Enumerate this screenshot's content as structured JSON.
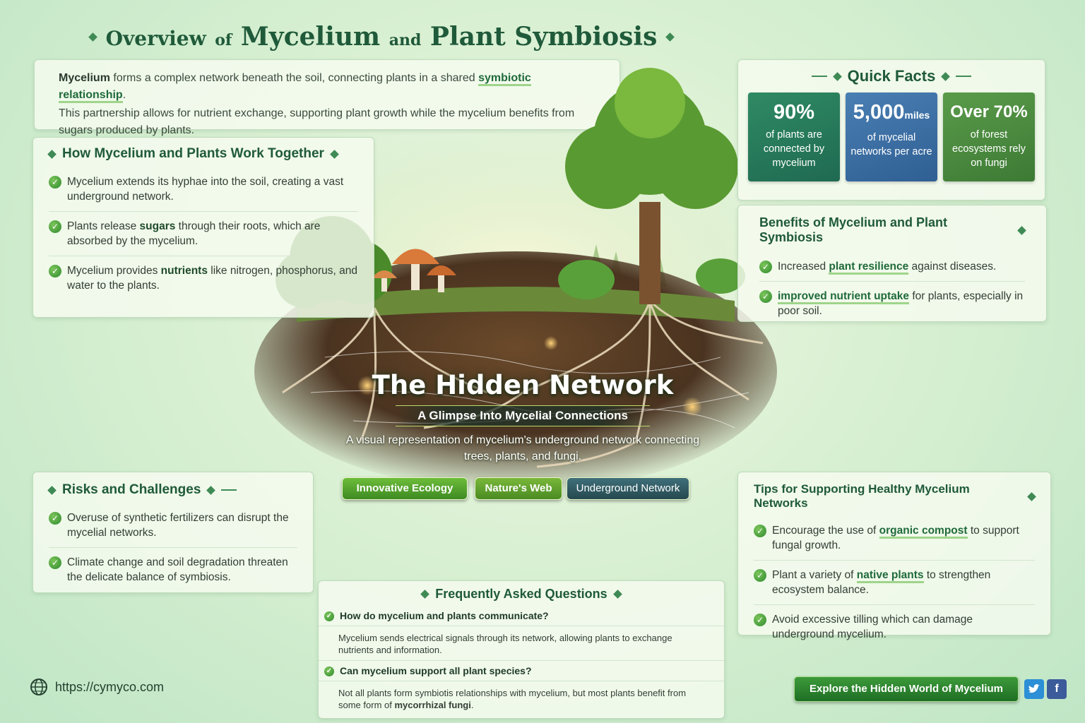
{
  "header": {
    "title_prefix": "Overview",
    "title_of": "of",
    "title_main": "Mycelium",
    "title_and": "and",
    "title_end": "Plant Symbiosis"
  },
  "intro": {
    "bold_word": "Mycelium",
    "text1": " forms a complex network beneath the soil, connecting plants in a shared ",
    "highlight": "symbiotic relationship",
    "text2": ".",
    "line2": "This partnership allows for nutrient exchange, supporting plant growth while the mycelium benefits from sugars produced by plants."
  },
  "how": {
    "title": "How Mycelium and Plants Work Together",
    "items": [
      {
        "text": "Mycelium extends its hyphae into the soil, creating a vast underground network."
      },
      {
        "pre": "Plants release ",
        "bold": "sugars",
        "post": " through their roots, which are absorbed by the mycelium."
      },
      {
        "pre": "Mycelium provides ",
        "bold": "nutrients",
        "post": " like nitrogen, phosphorus, and water to the plants."
      }
    ]
  },
  "quick_facts": {
    "title": "Quick Facts",
    "facts": [
      {
        "num": "90%",
        "unit": "",
        "desc": "of plants are connected by mycelium",
        "color": "#2f8a63"
      },
      {
        "num": "5,000",
        "unit": "miles",
        "desc": "of mycelial networks per acre",
        "color": "#4a7fb4"
      },
      {
        "num": "Over 70%",
        "unit": "",
        "desc": "of forest ecosystems rely on fungi",
        "color": "#5a9b4a"
      }
    ]
  },
  "benefits": {
    "title": "Benefits of Mycelium and Plant Symbiosis",
    "items": [
      {
        "pre": "Increased ",
        "hl": "plant resilience",
        "post": " against diseases."
      },
      {
        "pre": "",
        "hl": "improved nutrient uptake",
        "post": " for plants, especially in poor soil."
      }
    ]
  },
  "hero": {
    "title": "The Hidden Network",
    "subtitle": "A Glimpse Into Mycelial Connections",
    "desc": "A visual representation of mycelium's underground network connecting trees, plants, and fungi.",
    "tags": [
      "Innovative Ecology",
      "Nature's Web",
      "Underground Network"
    ]
  },
  "risks": {
    "title": "Risks and Challenges",
    "items": [
      "Overuse of synthetic fertilizers can disrupt the mycelial networks.",
      "Climate change and soil degradation threaten the delicate balance of symbiosis."
    ]
  },
  "tips": {
    "title": "Tips for Supporting Healthy Mycelium Networks",
    "items": [
      {
        "pre": "Encourage the use of ",
        "hl": "organic compost",
        "post": " to support fungal growth."
      },
      {
        "pre": "Plant a variety of ",
        "hl": "native plants",
        "post": " to strengthen ecosystem balance."
      },
      {
        "pre": "Avoid excessive tilling which can damage underground mycelium.",
        "hl": "",
        "post": ""
      }
    ]
  },
  "faq": {
    "title": "Frequently Asked Questions",
    "items": [
      {
        "q": "How do mycelium and plants communicate?",
        "a": "Mycelium sends electrical signals through its network, allowing plants to exchange nutrients and information."
      },
      {
        "q": "Can mycelium support all plant species?",
        "a_pre": "Not all plants form symbiotis relationships with mycelium, but most plants benefit from some form of ",
        "a_bold": "mycorrhizal fungi",
        "a_post": "."
      }
    ]
  },
  "footer": {
    "url": "https://cymyco.com",
    "cta": "Explore the Hidden World of Mycelium",
    "twitter_icon": "twitter-icon",
    "facebook_icon": "facebook-icon"
  }
}
